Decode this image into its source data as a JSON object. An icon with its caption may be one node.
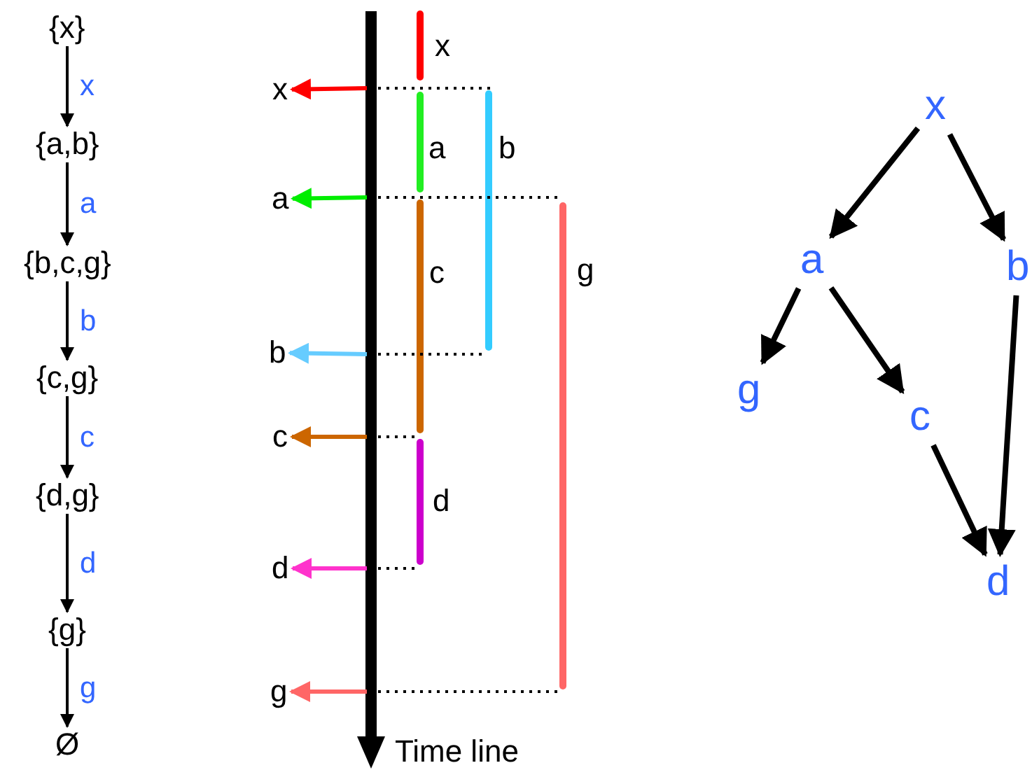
{
  "diagram": {
    "nodes": [
      {
        "text": [
          "{x}"
        ]
      },
      {
        "text": [
          "{a,b}"
        ]
      },
      {
        "text": [
          "{b,c,g}"
        ]
      },
      {
        "text": [
          "{c,g}"
        ]
      },
      {
        "text": [
          "{d,g}"
        ]
      },
      {
        "text": [
          "{g}"
        ]
      },
      {
        "text": [
          "Ø"
        ]
      },
      {
        "text": [
          "x"
        ]
      },
      {
        "text": [
          "a"
        ]
      },
      {
        "text": [
          "b"
        ]
      },
      {
        "text": [
          "c"
        ]
      },
      {
        "text": [
          "d"
        ]
      },
      {
        "text": [
          "g"
        ]
      },
      {
        "text": [
          "x"
        ]
      },
      {
        "text": [
          "a"
        ]
      },
      {
        "text": [
          "b"
        ]
      },
      {
        "text": [
          "g"
        ]
      },
      {
        "text": [
          "c"
        ]
      },
      {
        "text": [
          "d"
        ]
      }
    ],
    "edges": [
      {
        "from": 0,
        "to": 1,
        "arrow": "to",
        "label": "x"
      },
      {
        "from": 1,
        "to": 2,
        "arrow": "to",
        "label": "a"
      },
      {
        "from": 2,
        "to": 3,
        "arrow": "to",
        "label": "b"
      },
      {
        "from": 3,
        "to": 4,
        "arrow": "to",
        "label": "c"
      },
      {
        "from": 4,
        "to": 5,
        "arrow": "to",
        "label": "d"
      },
      {
        "from": 5,
        "to": 6,
        "arrow": "to",
        "label": "g"
      },
      {
        "from": null,
        "to": 7,
        "arrow": "to",
        "color": "#ff0000"
      },
      {
        "from": null,
        "to": 8,
        "arrow": "to",
        "color": "#00ee00"
      },
      {
        "from": null,
        "to": 9,
        "arrow": "to",
        "color": "#66ccff"
      },
      {
        "from": null,
        "to": 10,
        "arrow": "to",
        "color": "#cc6600"
      },
      {
        "from": null,
        "to": 11,
        "arrow": "to",
        "color": "#ff33cc"
      },
      {
        "from": null,
        "to": 12,
        "arrow": "to",
        "color": "#ff6666"
      },
      {
        "from": 13,
        "to": 14,
        "arrow": "to"
      },
      {
        "from": 13,
        "to": 15,
        "arrow": "to"
      },
      {
        "from": 14,
        "to": 16,
        "arrow": "to"
      },
      {
        "from": 14,
        "to": 17,
        "arrow": "to"
      },
      {
        "from": 17,
        "to": 18,
        "arrow": "to"
      },
      {
        "from": 15,
        "to": 18,
        "arrow": "to"
      }
    ],
    "labels": [
      "x",
      "a",
      "b",
      "c",
      "g",
      "d",
      "Time line"
    ]
  }
}
